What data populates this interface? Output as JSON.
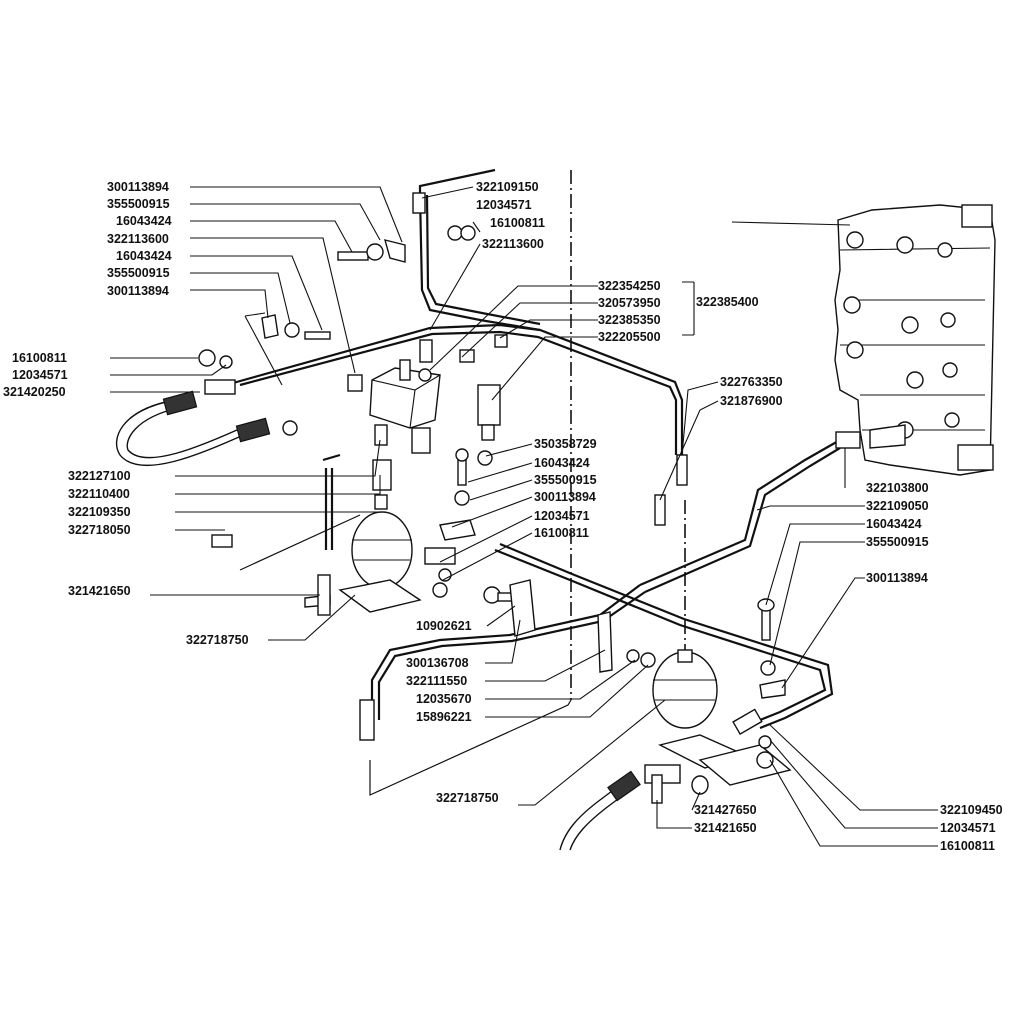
{
  "labels": {
    "l01": "300113894",
    "l02": "355500915",
    "l03": "16043424",
    "l04": "322113600",
    "l05": "16043424",
    "l06": "355500915",
    "l07": "300113894",
    "l08": "16100811",
    "l09": "12034571",
    "l10": "321420250",
    "l11": "322109150",
    "l12": "12034571",
    "l13": "16100811",
    "l14": "322113600",
    "l15": "322354250",
    "l16": "320573950",
    "l17": "322385350",
    "l18": "322205500",
    "l19": "322385400",
    "l20": "322763350",
    "l21": "321876900",
    "l22": "322127100",
    "l23": "322110400",
    "l24": "322109350",
    "l25": "322718050",
    "l26": "321421650",
    "l27": "322718750",
    "l28": "350358729",
    "l29": "16043424",
    "l30": "355500915",
    "l31": "300113894",
    "l32": "12034571",
    "l33": "16100811",
    "l34": "10902621",
    "l35": "300136708",
    "l36": "322111550",
    "l37": "12035670",
    "l38": "15896221",
    "l39": "322718750",
    "l40": "322103800",
    "l41": "322109050",
    "l42": "16043424",
    "l43": "355500915",
    "l44": "300113894",
    "l45": "322109450",
    "l46": "12034571",
    "l47": "16100811",
    "l48": "321427650",
    "l49": "321421650"
  }
}
